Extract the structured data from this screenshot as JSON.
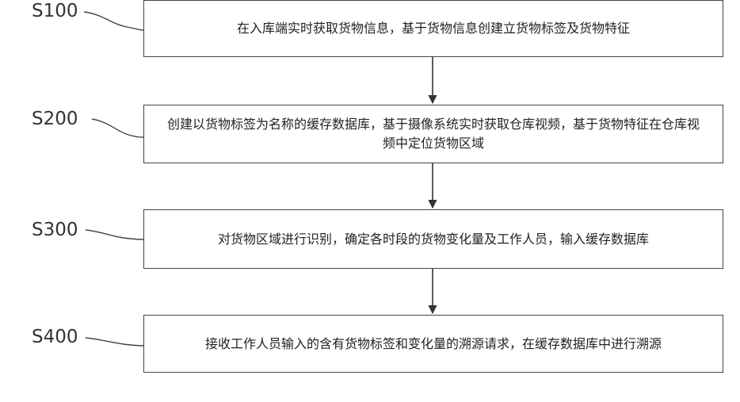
{
  "steps": [
    {
      "id": "S100",
      "text": "在入库端实时获取货物信息，基于货物信息创建立货物标签及货物特征"
    },
    {
      "id": "S200",
      "text": "创建以货物标签为名称的缓存数据库，基于摄像系统实时获取仓库视频，基于货物特征在仓库视频中定位货物区域"
    },
    {
      "id": "S300",
      "text": "对货物区域进行识别，确定各时段的货物变化量及工作人员，输入缓存数据库"
    },
    {
      "id": "S400",
      "text": "接收工作人员输入的含有货物标签和变化量的溯源请求，在缓存数据库中进行溯源"
    }
  ]
}
